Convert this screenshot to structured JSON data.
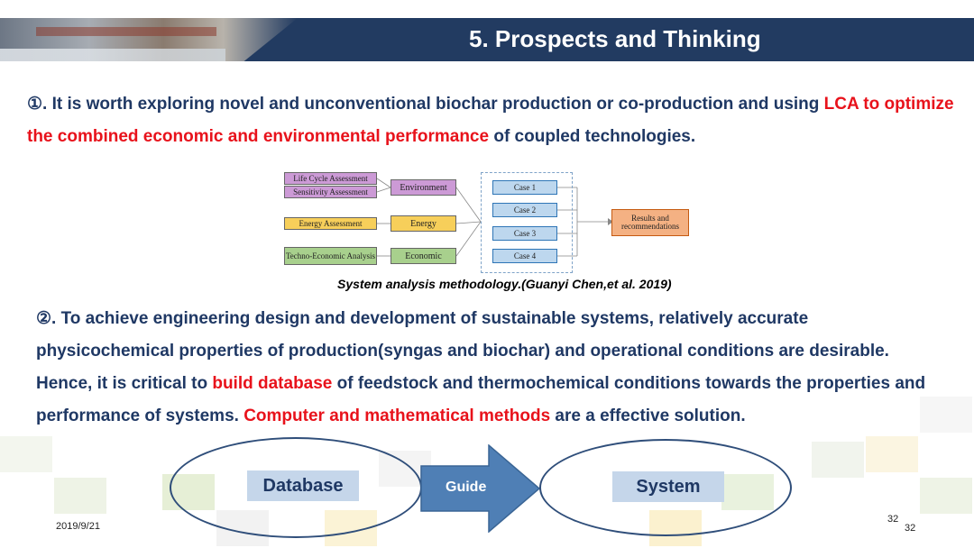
{
  "header": {
    "title": "5. Prospects and Thinking"
  },
  "point1": {
    "prefix": "①. It is worth exploring novel and unconventional biochar production or co-production and using ",
    "highlight": "LCA to optimize the combined economic and environmental performance",
    "suffix": " of coupled technologies."
  },
  "diagram": {
    "assessments": {
      "lca": "Life Cycle Assessment",
      "sensitivity": "Sensitivity Assessment",
      "energy": "Energy Assessment",
      "techno": "Techno-Economic Analysis"
    },
    "categories": {
      "environment": "Environment",
      "energy": "Energy",
      "economic": "Economic"
    },
    "cases": [
      "Case 1",
      "Case 2",
      "Case 3",
      "Case 4"
    ],
    "result": "Results and recommendations",
    "caption": "System analysis methodology.(Guanyi Chen,et al. 2019)",
    "colors": {
      "purple": "#cc9ad6",
      "yellow": "#f7cf5a",
      "green": "#a8d08d",
      "blue": "#bdd7ee",
      "orange": "#f4b183"
    }
  },
  "point2": {
    "part1": "②. To achieve engineering design and development of sustainable systems, relatively accurate physicochemical properties of production(syngas and biochar) and operational conditions are desirable. Hence, it is critical to ",
    "highlight1": "build database",
    "part2": " of feedstock and thermochemical conditions towards the properties and performance of systems. ",
    "highlight2": "Computer and mathematical methods",
    "part3": " are a effective solution."
  },
  "flow": {
    "left": "Database",
    "arrow": "Guide",
    "right": "System"
  },
  "footer": {
    "date": "2019/9/21",
    "page_number": "32",
    "slide_number": "32"
  },
  "colors": {
    "header_bg": "#223b61",
    "text_navy": "#1f3864",
    "highlight_red": "#e8121b",
    "arrow_blue": "#4f7fb5"
  }
}
